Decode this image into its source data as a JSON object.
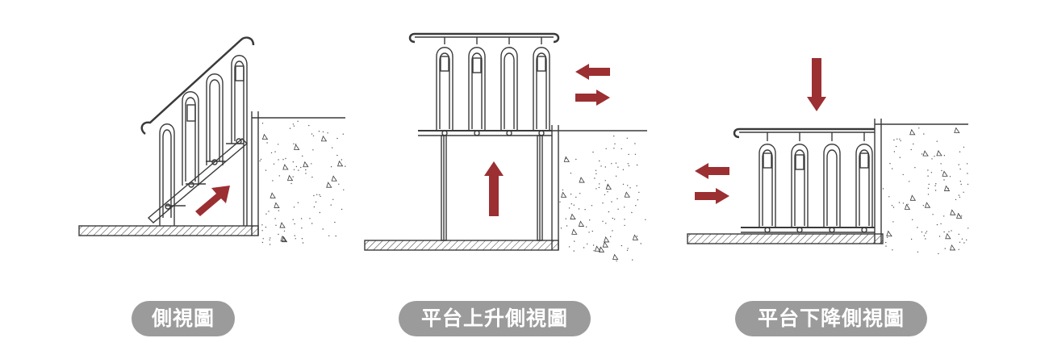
{
  "colors": {
    "arrow": "#9b2f32",
    "line": "#3a3a3a",
    "caption_bg": "#9b9b9b",
    "caption_text": "#ffffff"
  },
  "panels": [
    {
      "caption": "側視圖"
    },
    {
      "caption": "平台上升側視圖"
    },
    {
      "caption": "平台下降側視圖"
    }
  ]
}
